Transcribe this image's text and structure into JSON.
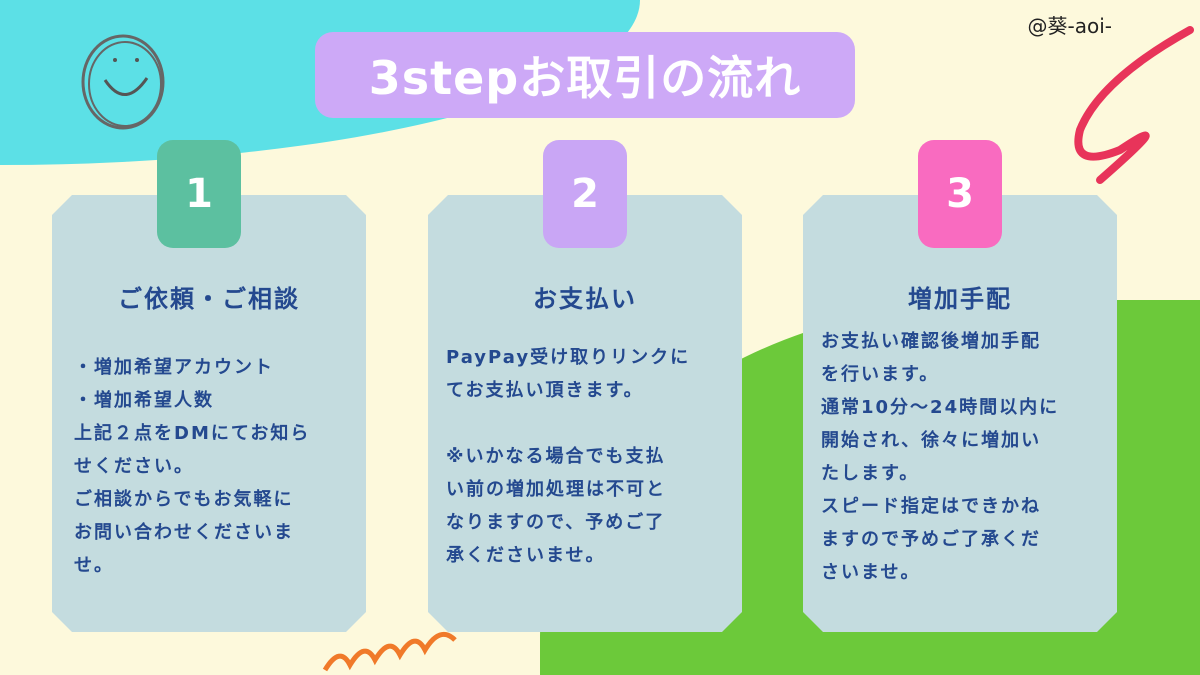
{
  "handle": "@葵-aoi-",
  "title": "3stepお取引の流れ",
  "colors": {
    "badge1": "#5cc0a0",
    "badge2": "#c9a6f5",
    "badge3": "#f96bc0",
    "text": "#24498f"
  },
  "steps": [
    {
      "number": "1",
      "heading": "ご依頼・ご相談",
      "lines": [
        "・増加希望アカウント",
        "・増加希望人数",
        "上記２点をDMにてお知ら",
        "せください。",
        "ご相談からでもお気軽に",
        "お問い合わせくださいま",
        "せ。"
      ]
    },
    {
      "number": "2",
      "heading": "お支払い",
      "lines": [
        "PayPay受け取りリンクに",
        "てお支払い頂きます。",
        "",
        "※いかなる場合でも支払",
        "い前の増加処理は不可と",
        "なりますので、予めご了",
        "承くださいませ。"
      ]
    },
    {
      "number": "3",
      "heading": "増加手配",
      "lines": [
        "お支払い確認後増加手配",
        "を行います。",
        "通常10分～24時間以内に",
        "開始され、徐々に増加い",
        "たします。",
        "スピード指定はできかね",
        "ますので予めご了承くだ",
        "さいませ。"
      ]
    }
  ]
}
